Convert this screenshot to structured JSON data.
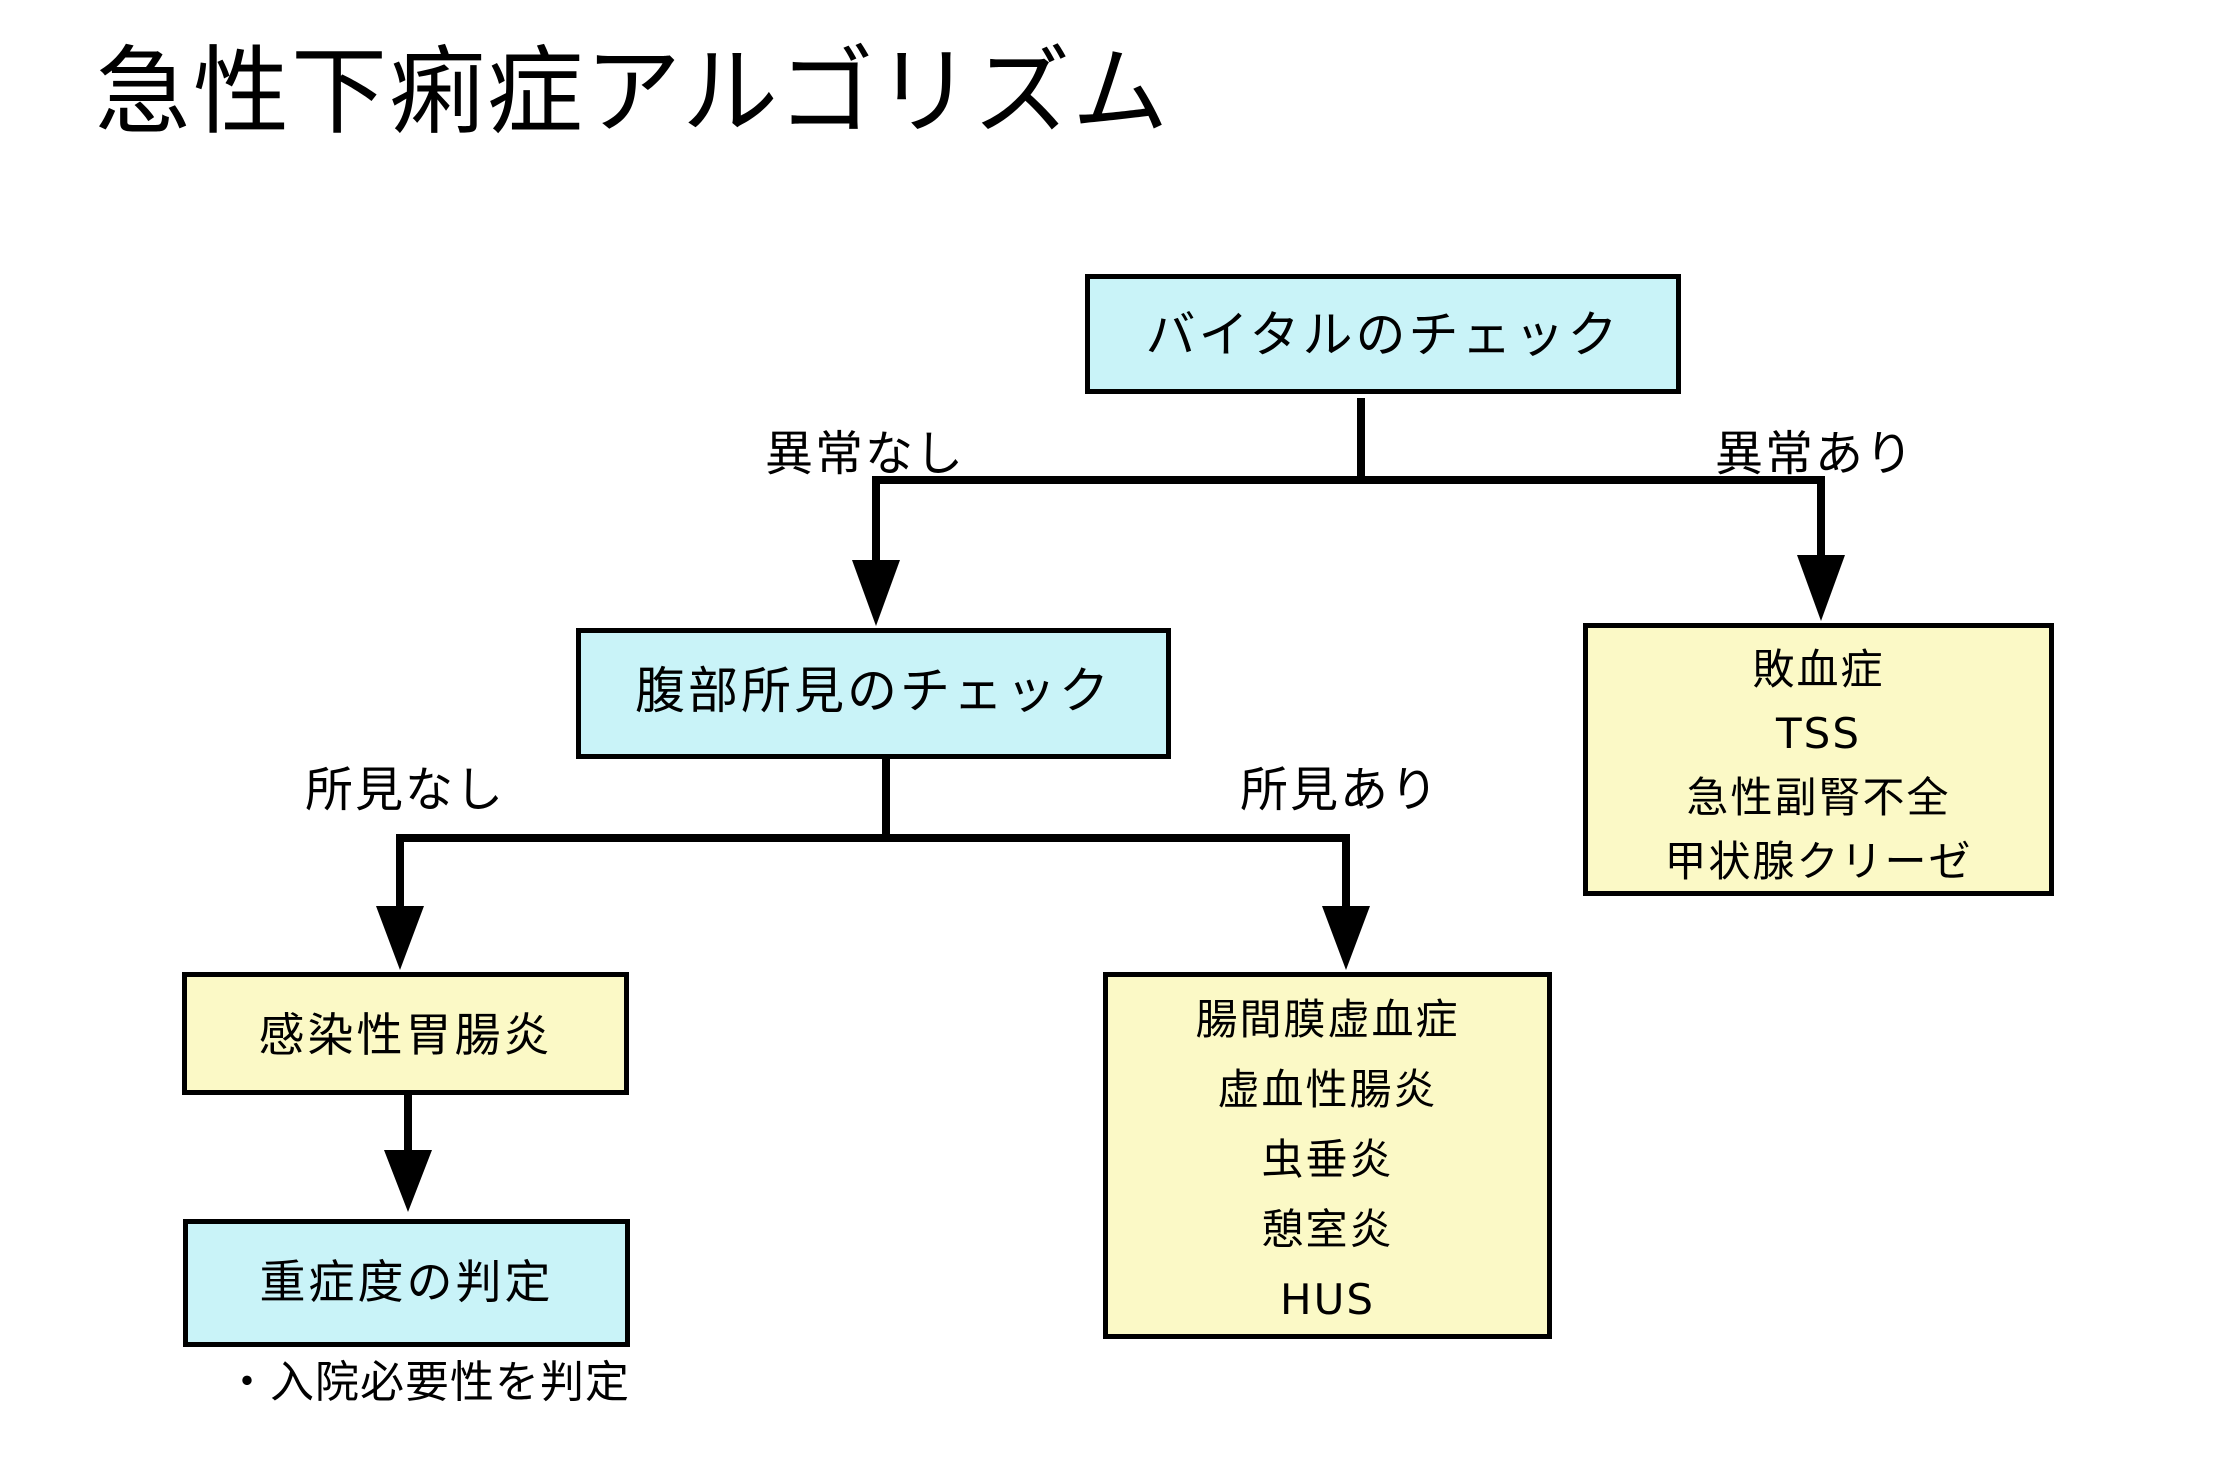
{
  "slide": {
    "title": "急性下痢症アルゴリズム",
    "footnote": "・入院必要性を判定"
  },
  "colors": {
    "process_box_fill": "#c9f3f8",
    "outcome_box_fill": "#fbf9c6",
    "border_and_lines": "#000000",
    "background": "#ffffff",
    "text": "#000000"
  },
  "nodes": {
    "vital_check": {
      "label": "バイタルのチェック"
    },
    "abdominal_check": {
      "label": "腹部所見のチェック"
    },
    "vital_abnormal_outcomes": {
      "lines": [
        "敗血症",
        "TSS",
        "急性副腎不全",
        "甲状腺クリーゼ"
      ]
    },
    "infectious_gastroenteritis": {
      "label": "感染性胃腸炎"
    },
    "abdominal_findings_outcomes": {
      "lines": [
        "腸間膜虚血症",
        "虚血性腸炎",
        "虫垂炎",
        "憩室炎",
        "HUS"
      ]
    },
    "severity_assessment": {
      "label": "重症度の判定"
    }
  },
  "edge_labels": {
    "vital_normal": "異常なし",
    "vital_abnormal": "異常あり",
    "findings_none": "所見なし",
    "findings_present": "所見あり"
  }
}
